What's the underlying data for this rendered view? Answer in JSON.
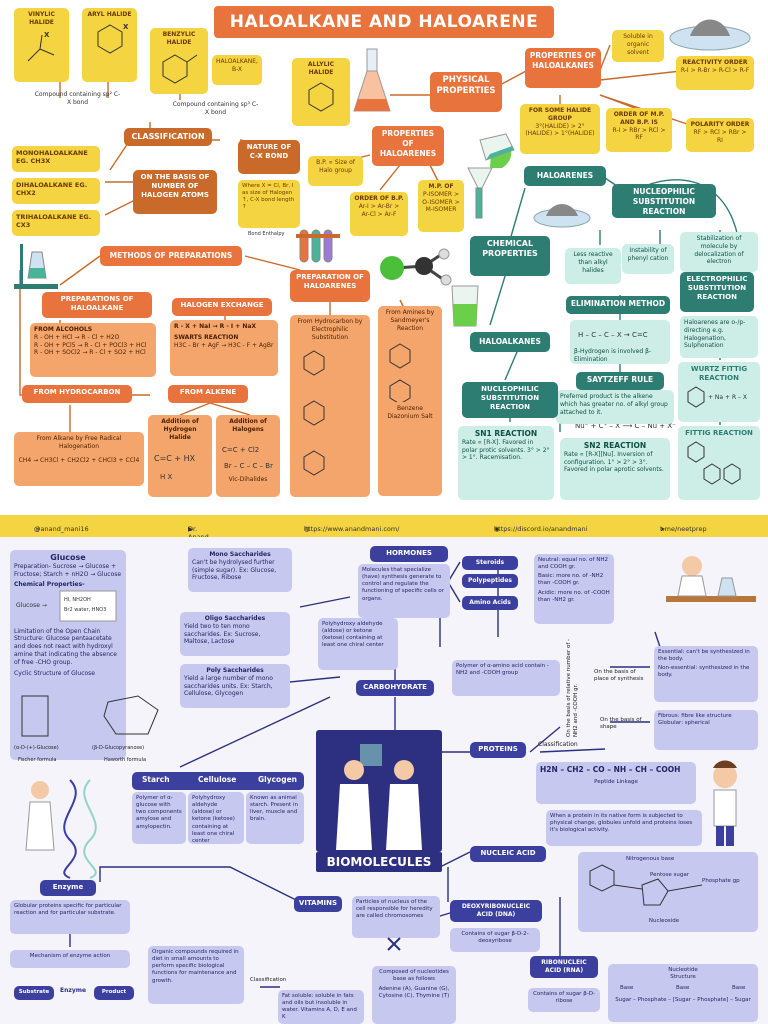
{
  "title": "HALOALKANE AND HALOARENE",
  "colors": {
    "orange": "#e8733c",
    "yellow": "#f5d442",
    "teal": "#2e7d73",
    "blue": "#3b3f9e"
  },
  "top": {
    "vinylic": "VINYLIC HALIDE",
    "aryl": "ARYL HALIDE",
    "benzylic": "BENZYLIC HALIDE",
    "haloalkane_bx": "HALOALKANE, B-X",
    "allylic": "ALLYLIC HALIDE",
    "sp2_note_1": "Compound containing sp² C-X bond",
    "sp2_note_2": "Compound containing sp³ C-X bond",
    "classification": "CLASSIFICATION",
    "monohalo": "MONOHALOALKANE EG. CH3X",
    "dihalo": "DIHALOALKANE EG. CHX2",
    "trihalo": "TRIHALOALKANE EG. CX3",
    "basis": "ON THE BASIS OF NUMBER OF HALOGEN ATOMS",
    "nature": "NATURE OF C-X BOND",
    "nature_desc": "Where X = Cl, Br, I as size of Halogen ↑, C-X bond length ↑",
    "bond_note": "Bond Enthalpy",
    "physical": "PHYSICAL PROPERTIES",
    "properties_haloalkanes": "PROPERTIES OF HALOALKANES",
    "soluble": "Soluble in organic solvent",
    "reactivity": "REACTIVITY ORDER",
    "reactivity_val": "R-I > R-Br > R-Cl > R-F",
    "for_same": "FOR SOME HALIDE GROUP",
    "for_same_val": "3°(HALIDE) > 2°(HALIDE) > 1°(HALIDE)",
    "order_mp": "ORDER OF M.P. AND B.P. IS",
    "order_mp_val": "R-I > RBr > RCl > RF",
    "polarity": "POLARITY ORDER",
    "polarity_val": "RF > RCl > RBr > RI",
    "properties_haloarenes": "PROPERTIES OF HALOARENES",
    "bp_size": "B.P. ∝ Size of Halo group",
    "order_bp": "ORDER OF B.P.",
    "order_bp_val": "Ar-I > Ar-Br > Ar-Cl > Ar-F",
    "mp_of": "M.P. OF",
    "mp_of_val": "P-ISOMER > O-ISOMER > M-ISOMER",
    "methods": "METHODS OF PREPARATIONS",
    "prep_haloalkane": "PREPARATIONS OF HALOALKANE",
    "halogen_exchange": "HALOGEN EXCHANGE",
    "from_alcohols": "FROM ALCOHOLS",
    "alcohol_reactions": [
      "R - OH + HCl → R - Cl + H2O",
      "R - OH + PCl5 → R - Cl + POCl3 + HCl",
      "R - OH + SOCl2 → R - Cl + SO2 + HCl"
    ],
    "finkelstein": "R - X + NaI → R - I + NaX",
    "swarts": "SWARTS REACTION",
    "swarts_eq": "H3C - Br + AgF → H3C - F + AgBr",
    "from_hydrocarbon": "FROM HYDROCARBON",
    "from_alkane": "From Alkane by Free Radical Halogenation",
    "alkane_eq": "CH4 → CH3Cl + CH2Cl2 + CHCl3 + CCl4",
    "from_alkene": "FROM ALKENE",
    "addition_hx": "Addition of Hydrogen Halide",
    "addition_x2": "Addition of Halogens",
    "vic_dihalide": "Vic-Dihalides",
    "prep_haloarenes": "PREPARATION OF HALOARENES",
    "from_hydrocarbon_sub": "From Hydrocarbon by Electrophilic Substitution",
    "from_amines": "From Amines by Sandmeyer's Reaction",
    "benzene_diazonium": "Benzene Diazonium Salt",
    "haloalkanes_teal": "HALOALKANES",
    "haloarenes_teal": "HALOARENES",
    "chemical": "CHEMICAL PROPERTIES",
    "nucleophilic_sub": "NUCLEOPHILIC SUBSTITUTION REACTION",
    "less_reactive": "Less reactive than alkyl halides",
    "instability": "Instability of phenyl cation",
    "stabilization": "Stabilization of molecule by delocalization of electron",
    "electrophilic": "ELECTROPHILIC SUBSTITUTION REACTION",
    "electrophilic_desc": "Haloarenes are o-/p-directing e.g. Halogenation, Sulphonation",
    "elimination": "ELIMINATION METHOD",
    "beta_h": "β-Hydrogen is involved β-Elimination",
    "saytzeff": "SAYTZEFF RULE",
    "saytzeff_desc": "Preferred product is the alkene which has greater no. of alkyl group attached to it.",
    "wurtz": "WURTZ FITTIG REACTION",
    "fittig": "FITTIG REACTION",
    "nucleophilic_sub2": "NUCLEOPHILIC SUBSTITUTION REACTION",
    "sn1": "SN1 REACTION",
    "sn1_desc": "Rate ∝ [R-X]. Favored in polar protic solvents. 3° > 2° > 1°. Racemisation.",
    "sn2": "SN2 REACTION",
    "sn2_desc": "Rate ∝ [R-X][Nu]. Inversion of configuration. 1° > 2° > 3°. Favored in polar aprotic solvents."
  },
  "strip": {
    "instagram": "@anand_mani16",
    "youtube": "Dr. Anand Mani",
    "website": "https://www.anandmani.com/",
    "discord": "https://discord.io/anandmani",
    "telegram": "t.me/neetprep"
  },
  "bottom": {
    "glucose": "Glucose",
    "glucose_prep": "Preparation- Sucrose → Glucose + Fructose; Starch + nH2O → Glucose",
    "glucose_chem": "Chemical Properties-",
    "glucose_limits": "Limitation of the Open Chain Structure: Glucose pentaacetate and does not react with hydroxyl amine that indicating the absence of free -CHO group.",
    "cyclic": "Cyclic Structure of Glucose",
    "alpha": "(α-D-(+)-Glucose)",
    "beta": "(β-D-Glucopyranose)",
    "fischer": "Fischer formula",
    "haworth": "Haworth formula",
    "mono": "Mono Saccharides",
    "mono_desc": "Can't be hydrolysed further (simple sugar). Ex: Glucose, Fructose, Ribose",
    "oligo": "Oligo Saccharides",
    "oligo_desc": "Yield two to ten mono saccharides. Ex: Sucrose, Maltose, Lactose",
    "poly": "Poly Saccharides",
    "poly_desc": "Yield a large number of mono saccharides units. Ex: Starch, Cellulose, Glycogen",
    "starch": "Starch",
    "cellulose": "Cellulose",
    "glycogen": "Glycogen",
    "starch_desc": "Polymer of α-glucose with two components amylose and amylopectin.",
    "cellulose_desc": "Polyhydroxy aldehyde (aldose) or ketone (ketose) containing at least one chiral center",
    "glycogen_desc": "Known as animal starch. Present in liver, muscle and brain.",
    "hormones": "HORMONES",
    "hormones_desc": "Molecules that specialize (have) synthesis generate to control and regulate the functioning of specific cells or organs.",
    "steroids": "Steroids",
    "polypeptides": "Polypeptides",
    "amino_acids": "Amino Acids",
    "neutral": "Neutral: equal no. of NH2 and COOH gr.",
    "basic": "Basic: more no. of -NH2 than -COOH gr.",
    "acidic": "Acidic: more no. of -COOH than -NH2 gr.",
    "poly_ald": "Polyhydroxy aldehyde (aldose) or ketone (ketose) containing at least one chiral center",
    "carbohydrate": "CARBOHYDRATE",
    "polymer_aa": "Polymer of α-amino acid contain -NH2 and -COOH group",
    "basis_rel": "On the basis of relative number of -NH2 and -COOH gr.",
    "basis_synth": "On the basis of place of synthesis",
    "essential": "Essential: can't be synthesized in the body.",
    "nonessential": "Non-essential: synthesized in the body.",
    "basis_shape": "On the basis of shape",
    "fibrous": "Fibrous: fibre like structure",
    "globular": "Globular: spherical",
    "proteins": "PROTEINS",
    "classification": "Classification",
    "peptide_eq": "H2N – CH2 – CO – NH – CH – COOH",
    "peptide_linkage": "Peptide Linkage",
    "denaturation": "When a protein in its native form is subjected to physical change, globules unfold and proteins loses it's biological activity.",
    "biomolecules": "BIOMOLECULES",
    "nucleic_acid": "NUCLEIC ACID",
    "nitrogenous": "Nitrogenous base",
    "pentose": "Pentose sugar",
    "phosphate": "Phosphate gp",
    "nucleoside": "Nucleoside",
    "enzyme": "Enzyme",
    "enzyme_desc": "Globular proteins specific for particular reaction and for particular substrate.",
    "mechanism": "Mechanism of enzyme action",
    "substrate": "Substrate",
    "enzyme_word": "Enzyme",
    "product": "Product",
    "vitamins": "VITAMINS",
    "vitamins_desc": "Organic compounds required in diet in small amounts to perform specific biological functions for maintenance and growth.",
    "vit_class": "Classification",
    "fat_soluble": "Fat soluble: soluble in fats and oils but insoluble in water. Vitamins A, D, E and K",
    "particles": "Particles of nucleus of the cell responsible for heredity are called chromosomes",
    "dna": "DEOXYRIBONUCLEIC ACID (DNA)",
    "dna_desc": "Contains of sugar β-D-2-deoxyribose",
    "composed": "Composed of nucleotides base as follows",
    "bases": "Adenine (A), Guanine (G), Cytosine (C), Thymine (T)",
    "rna": "RIBONUCLEIC ACID (RNA)",
    "rna_desc": "Contains of sugar β-D-ribose",
    "nucleotide": "Nucleotide",
    "structure": "Structure",
    "base": "Base",
    "chain": "Sugar – Phosphate – [Sugar – Phosphate] – Sugar"
  }
}
